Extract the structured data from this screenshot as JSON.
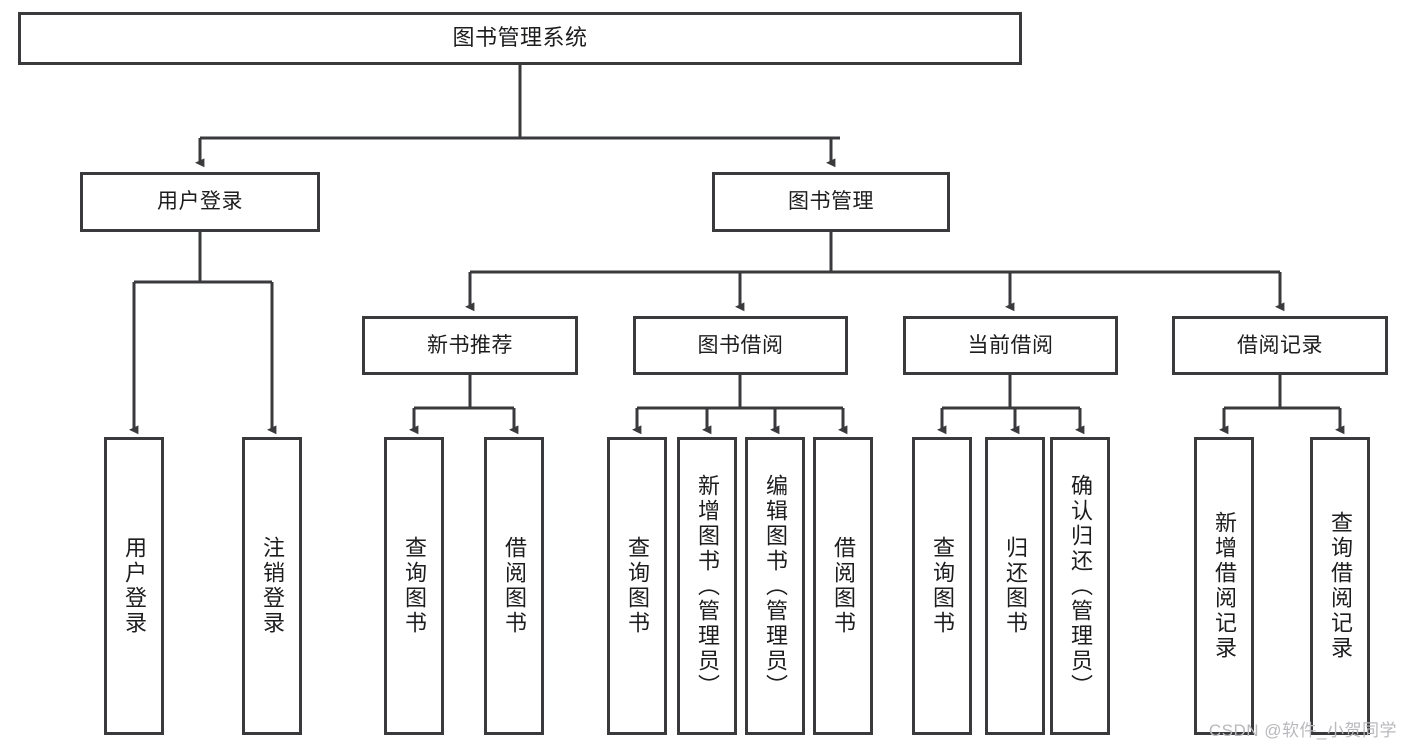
{
  "diagram": {
    "title_text": "图书管理系统",
    "background_color": "#ffffff",
    "line_color": "#3a3a3d",
    "text_color": "#1d1d1f",
    "watermark": "CSDN @软件_小贺同学"
  },
  "nodes": {
    "root": {
      "label": "图书管理系统"
    },
    "level2": [
      {
        "label": "用户登录"
      },
      {
        "label": "图书管理"
      }
    ],
    "level3": [
      {
        "label": "新书推荐"
      },
      {
        "label": "图书借阅"
      },
      {
        "label": "当前借阅"
      },
      {
        "label": "借阅记录"
      }
    ],
    "leaves": {
      "user_login": [
        {
          "label": "用户登录"
        },
        {
          "label": "注销登录"
        }
      ],
      "new_book_recommend": [
        {
          "label": "查询图书"
        },
        {
          "label": "借阅图书"
        }
      ],
      "book_borrow": [
        {
          "label": "查询图书"
        },
        {
          "label": "新增图书（管理员）"
        },
        {
          "label": "编辑图书（管理员）"
        },
        {
          "label": "借阅图书"
        }
      ],
      "current_borrow": [
        {
          "label": "查询图书"
        },
        {
          "label": "归还图书"
        },
        {
          "label": "确认归还（管理员）"
        }
      ],
      "borrow_record": [
        {
          "label": "新增借阅记录"
        },
        {
          "label": "查询借阅记录"
        }
      ]
    }
  }
}
